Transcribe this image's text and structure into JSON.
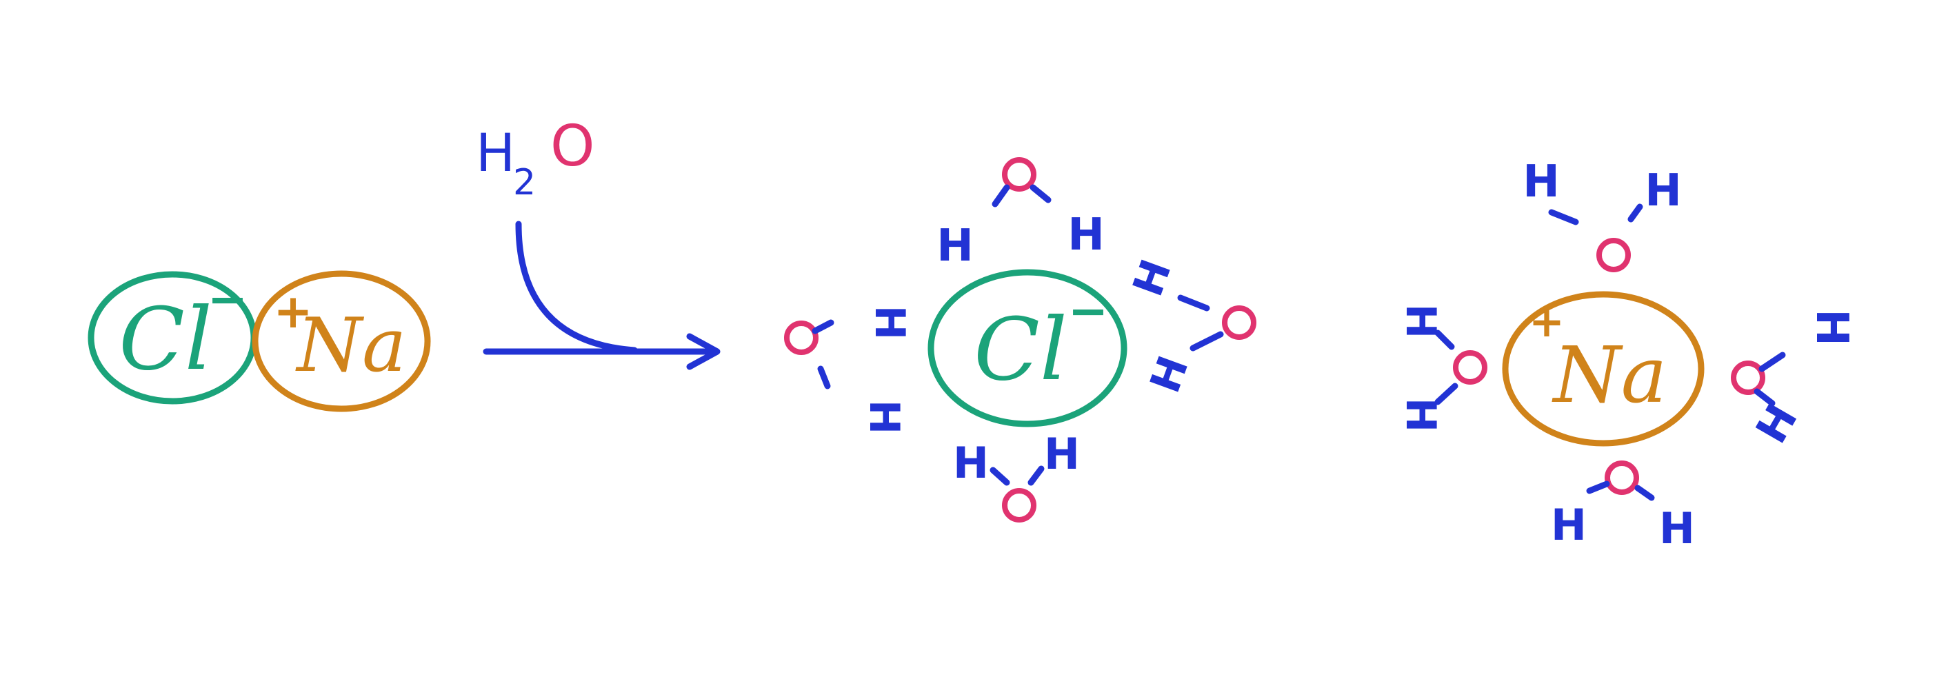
{
  "colors": {
    "background": "#ffffff",
    "chloride": "#1ba37a",
    "sodium": "#d0831a",
    "water_h": "#2233d4",
    "water_o": "#e0336f",
    "arrow": "#2233d4"
  },
  "reactant": {
    "chloride_label": "Cl",
    "chloride_charge": "−",
    "sodium_label": "Na",
    "sodium_charge": "+"
  },
  "reaction": {
    "reagent_h": "H",
    "reagent_subscript": "2",
    "reagent_o": "O"
  },
  "products": {
    "chloride": {
      "label": "Cl",
      "charge": "−"
    },
    "sodium": {
      "label": "Na",
      "charge": "+"
    }
  },
  "water": {
    "h": "H",
    "o": "O"
  }
}
